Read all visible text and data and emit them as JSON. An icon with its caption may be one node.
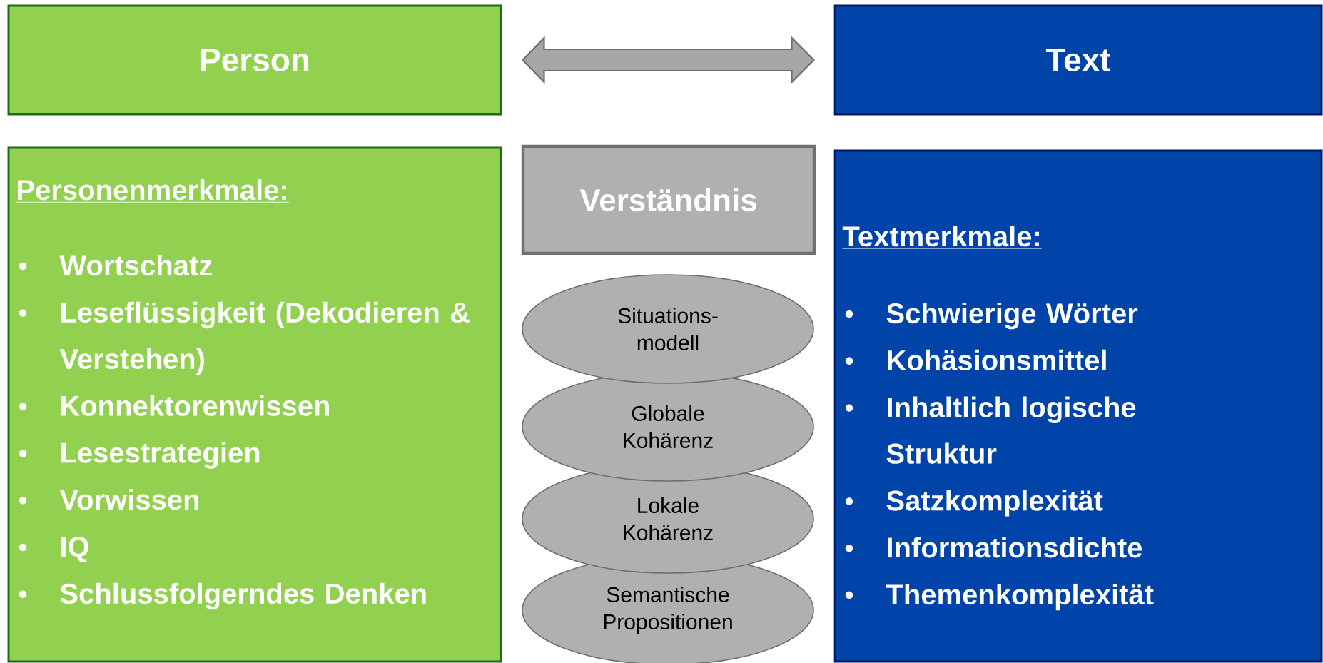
{
  "diagram": {
    "nodes": [
      {
        "text": [
          "Person"
        ]
      },
      {
        "text": [
          "Text"
        ]
      },
      {
        "text": [
          "Personenmerkmale:",
          "Wortschatz",
          "Leseflüssigkeit (Dekodieren & Verstehen)",
          "Konnektorenwissen",
          "Lesestrategien",
          "Vorwissen",
          "IQ",
          "Schlussfolgerndes Denken"
        ]
      },
      {
        "text": [
          "Verständnis"
        ]
      },
      {
        "text": [
          "Situations- modell"
        ]
      },
      {
        "text": [
          "Globale Kohärenz"
        ]
      },
      {
        "text": [
          "Lokale Kohärenz"
        ]
      },
      {
        "text": [
          "Semantische Propositionen"
        ]
      },
      {
        "text": [
          "Textmerkmale:",
          "Schwierige Wörter",
          "Kohäsionsmittel",
          "Inhaltlich logische Struktur",
          "Satzkomplexität",
          "Informationsdichte",
          "Themenkomplexität"
        ]
      }
    ],
    "edges": [
      {
        "from": 0,
        "to": 1,
        "arrow": "both"
      }
    ]
  }
}
